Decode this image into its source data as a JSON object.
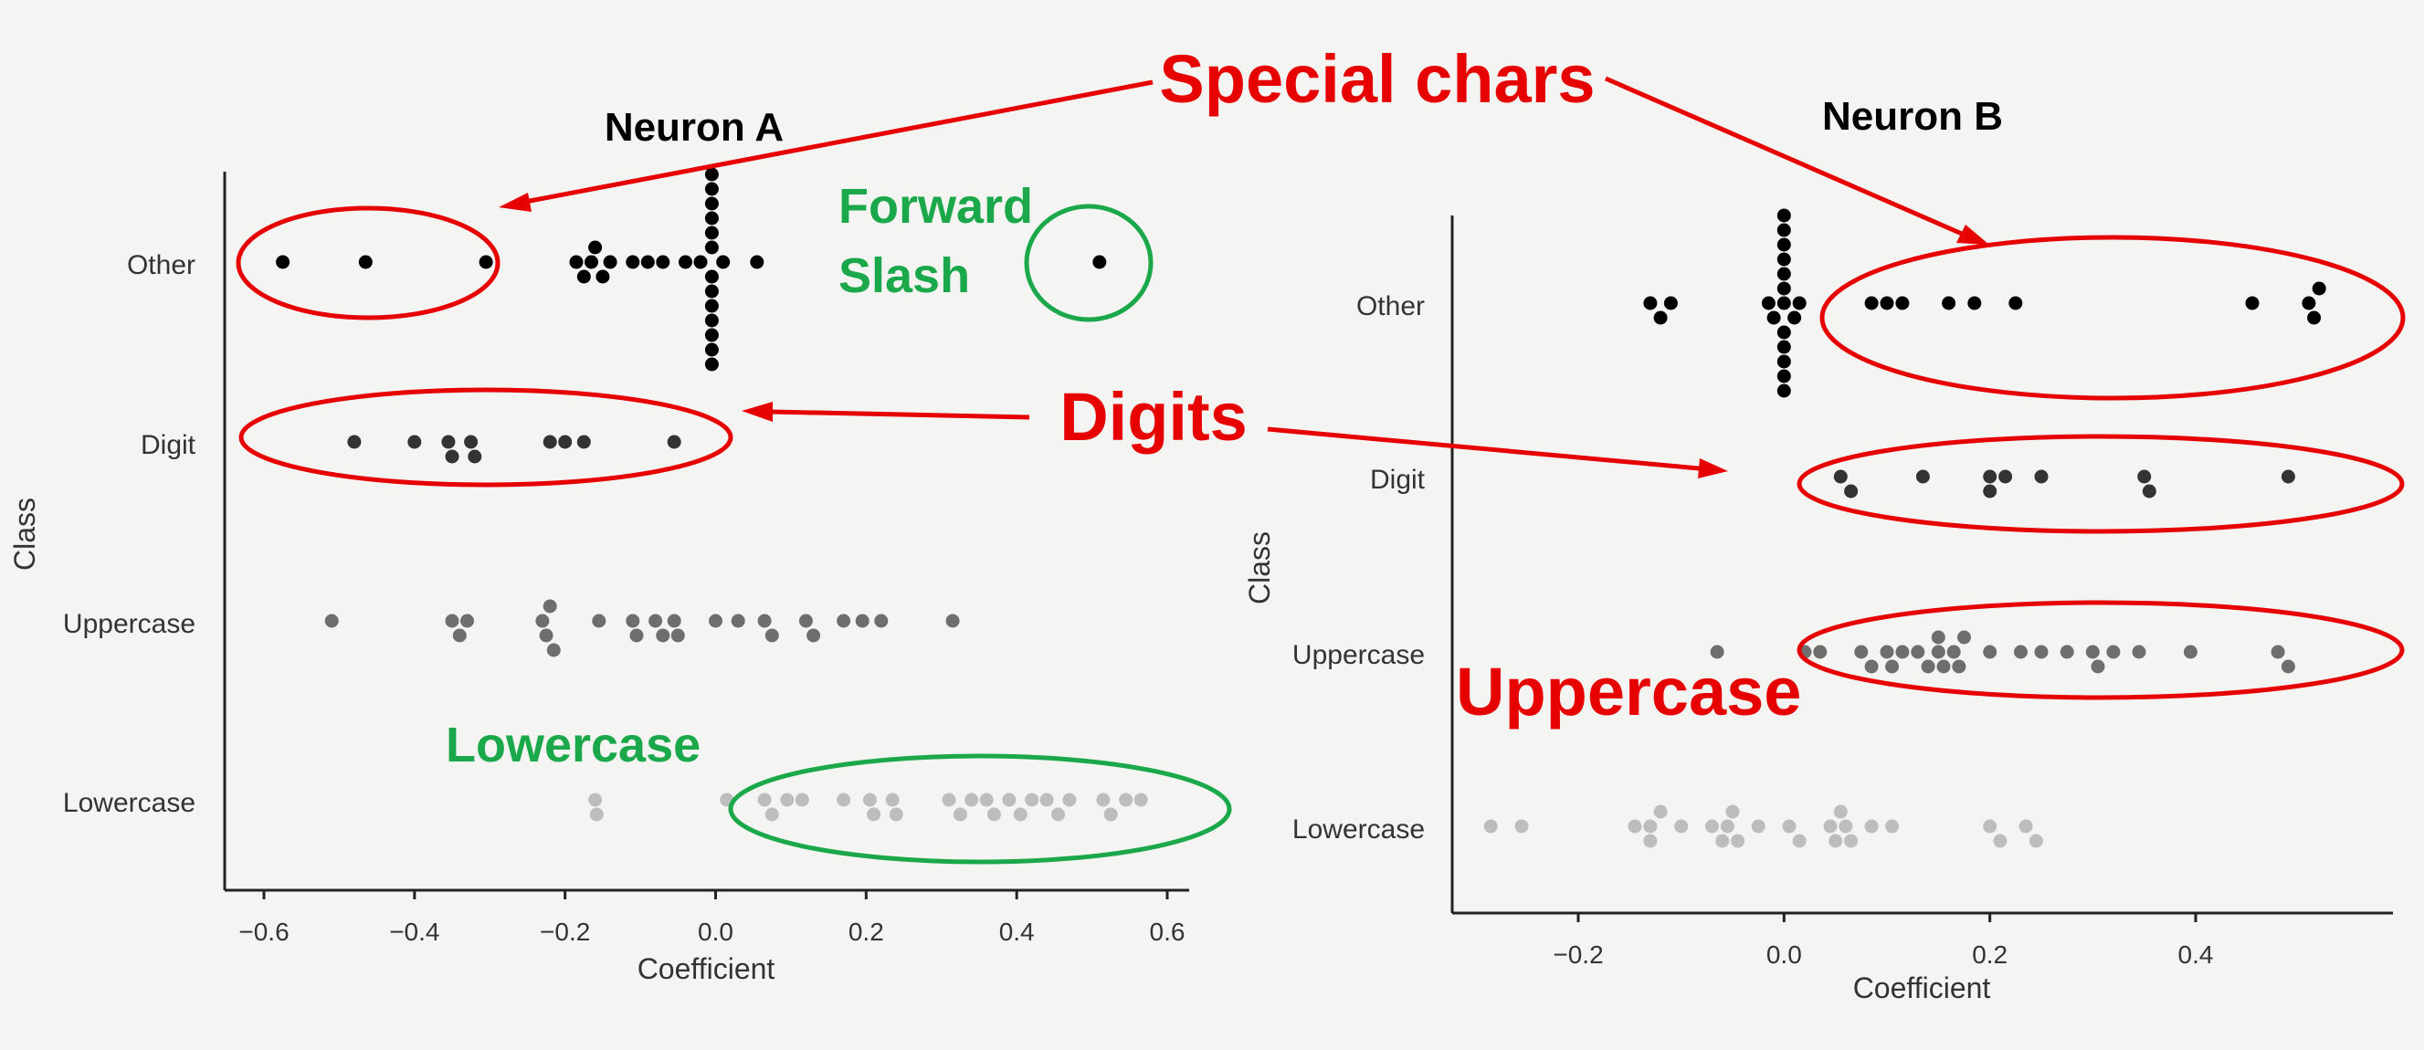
{
  "chart_data": [
    {
      "type": "scatter",
      "title": "Neuron A",
      "xlabel": "Coefficient",
      "ylabel": "Class",
      "xlim": [
        -0.65,
        0.63
      ],
      "xticks": [
        -0.6,
        -0.4,
        -0.2,
        0.0,
        0.2,
        0.4,
        0.6
      ],
      "xtick_labels": [
        "−0.6",
        "−0.4",
        "−0.2",
        "0.0",
        "0.2",
        "0.4",
        "0.6"
      ],
      "categories": [
        "Other",
        "Digit",
        "Uppercase",
        "Lowercase"
      ],
      "grid": false,
      "series": [
        {
          "name": "Other",
          "color": "#000000",
          "x": [
            -0.575,
            -0.465,
            -0.305,
            -0.185,
            -0.175,
            -0.165,
            -0.16,
            -0.15,
            -0.14,
            -0.11,
            -0.09,
            -0.07,
            -0.04,
            -0.005,
            -0.005,
            -0.005,
            -0.005,
            -0.005,
            -0.005,
            -0.005,
            -0.005,
            -0.005,
            -0.005,
            -0.005,
            -0.005,
            -0.005,
            -0.02,
            0.01,
            0.055,
            0.51
          ]
        },
        {
          "name": "Digit",
          "color": "#333333",
          "x": [
            -0.48,
            -0.4,
            -0.355,
            -0.35,
            -0.325,
            -0.32,
            -0.22,
            -0.2,
            -0.175,
            -0.055
          ]
        },
        {
          "name": "Uppercase",
          "color": "#6e6e6e",
          "x": [
            -0.51,
            -0.35,
            -0.34,
            -0.33,
            -0.23,
            -0.225,
            -0.22,
            -0.215,
            -0.155,
            -0.11,
            -0.105,
            -0.08,
            -0.07,
            -0.055,
            -0.05,
            0,
            0.03,
            0.065,
            0.075,
            0.12,
            0.13,
            0.17,
            0.195,
            0.22,
            0.315
          ]
        },
        {
          "name": "Lowercase",
          "color": "#bdbdbd",
          "x": [
            -0.16,
            -0.158,
            0.015,
            0.065,
            0.075,
            0.095,
            0.115,
            0.17,
            0.205,
            0.21,
            0.235,
            0.24,
            0.31,
            0.325,
            0.34,
            0.36,
            0.37,
            0.39,
            0.405,
            0.42,
            0.44,
            0.455,
            0.47,
            0.515,
            0.525,
            0.545,
            0.565
          ]
        }
      ]
    },
    {
      "type": "scatter",
      "title": "Neuron B",
      "xlabel": "Coefficient",
      "ylabel": "Class",
      "xlim": [
        -0.32,
        0.58
      ],
      "xticks": [
        -0.2,
        0.0,
        0.2,
        0.4
      ],
      "xtick_labels": [
        "−0.2",
        "0.0",
        "0.2",
        "0.4"
      ],
      "categories": [
        "Other",
        "Digit",
        "Uppercase",
        "Lowercase"
      ],
      "grid": false,
      "series": [
        {
          "name": "Other",
          "color": "#000000",
          "x": [
            -0.13,
            -0.12,
            -0.11,
            -0.015,
            -0.01,
            0,
            0,
            0,
            0,
            0,
            0,
            0,
            0,
            0,
            0,
            0,
            0,
            0.01,
            0.015,
            0.085,
            0.1,
            0.115,
            0.16,
            0.185,
            0.225,
            0.455,
            0.51,
            0.515,
            0.52
          ]
        },
        {
          "name": "Digit",
          "color": "#333333",
          "x": [
            0.055,
            0.065,
            0.135,
            0.2,
            0.2,
            0.215,
            0.25,
            0.35,
            0.355,
            0.49
          ]
        },
        {
          "name": "Uppercase",
          "color": "#6e6e6e",
          "x": [
            -0.065,
            0.02,
            0.035,
            0.075,
            0.085,
            0.1,
            0.105,
            0.115,
            0.13,
            0.14,
            0.15,
            0.15,
            0.155,
            0.165,
            0.17,
            0.175,
            0.2,
            0.23,
            0.25,
            0.275,
            0.3,
            0.305,
            0.32,
            0.345,
            0.395,
            0.48,
            0.49
          ]
        },
        {
          "name": "Lowercase",
          "color": "#bdbdbd",
          "x": [
            -0.285,
            -0.255,
            -0.145,
            -0.13,
            -0.13,
            -0.12,
            -0.1,
            -0.07,
            -0.06,
            -0.055,
            -0.05,
            -0.045,
            -0.025,
            0.005,
            0.015,
            0.045,
            0.05,
            0.055,
            0.06,
            0.065,
            0.085,
            0.105,
            0.2,
            0.21,
            0.235,
            0.245
          ]
        }
      ]
    }
  ],
  "annotations": {
    "special_chars": "Special chars",
    "forward_slash_line1": "Forward",
    "forward_slash_line2": "Slash",
    "digits": "Digits",
    "uppercase": "Uppercase",
    "lowercase": "Lowercase"
  },
  "colors": {
    "highlight_red": "#e60000",
    "highlight_green": "#1aa84a",
    "background": "#f4f4f2"
  }
}
